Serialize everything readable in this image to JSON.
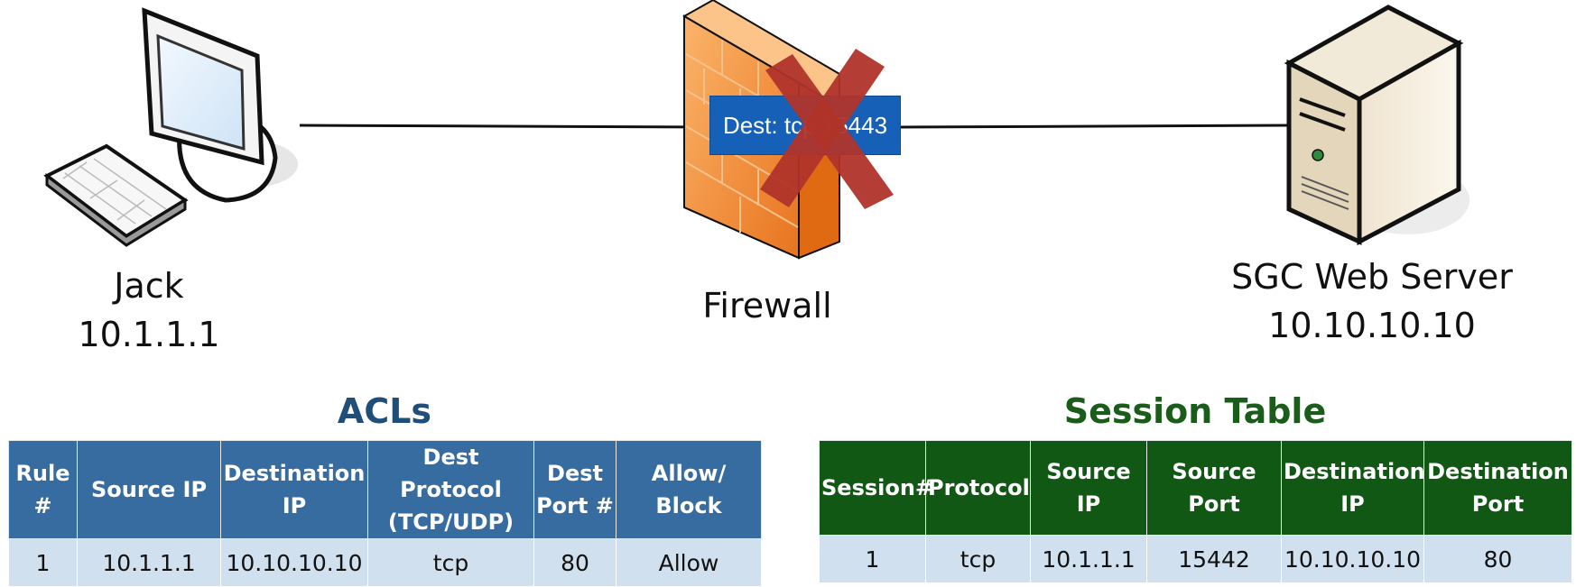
{
  "nodes": {
    "client": {
      "name": "Jack",
      "ip": "10.1.1.1",
      "icon": "desktop-computer-icon"
    },
    "firewall": {
      "name": "Firewall",
      "icon": "firewall-brick-icon"
    },
    "server": {
      "name": "SGC Web Server",
      "ip": "10.10.10.10",
      "icon": "server-tower-icon"
    }
  },
  "packet": {
    "label": "Dest: tcp 15443",
    "status_icon": "blocked-x-icon"
  },
  "acls": {
    "title": "ACLs",
    "headers": [
      "Rule #",
      "Source IP",
      "Destination IP",
      "Dest Protocol (TCP/UDP)",
      "Dest Port #",
      "Allow/ Block"
    ],
    "rows": [
      [
        "1",
        "10.1.1.1",
        "10.10.10.10",
        "tcp",
        "80",
        "Allow"
      ]
    ]
  },
  "session_table": {
    "title": "Session Table",
    "headers": [
      "Session#",
      "Protocol",
      "Source IP",
      "Source Port",
      "Destination IP",
      "Destination Port"
    ],
    "rows": [
      [
        "1",
        "tcp",
        "10.1.1.1",
        "15442",
        "10.10.10.10",
        "80"
      ]
    ]
  },
  "colors": {
    "acl_title": "#1f4e79",
    "acl_header": "#366c9f",
    "session_title": "#1a5c1a",
    "session_header": "#125815",
    "row_bg": "#d1e0ee",
    "packet_bg": "#1660b8",
    "firewall": "#f08a2c",
    "block_x": "#b0342a"
  }
}
